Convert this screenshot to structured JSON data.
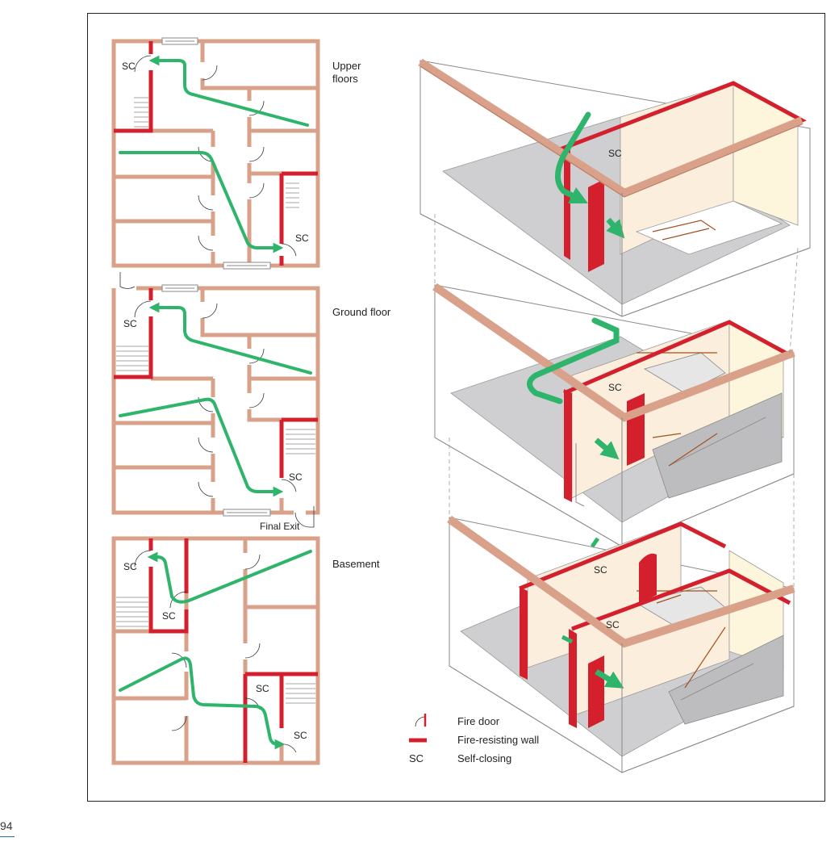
{
  "labels": {
    "upper": "Upper\nfloors",
    "ground": "Ground floor",
    "basement": "Basement",
    "final_exit": "Final Exit"
  },
  "sc": "SC",
  "legend": {
    "fire_door": "Fire door",
    "fire_wall": "Fire-resisting wall",
    "sc_key": "SC",
    "sc_text": "Self-closing"
  },
  "page_number": "94",
  "colors": {
    "wall": "#d9a08a",
    "fire_wall": "#d4202c",
    "route": "#2fb56b",
    "floor": "#cfcfd1",
    "stair_wall": "#fbeedd",
    "edge": "#6b6b6b",
    "banister": "#a3521f"
  }
}
